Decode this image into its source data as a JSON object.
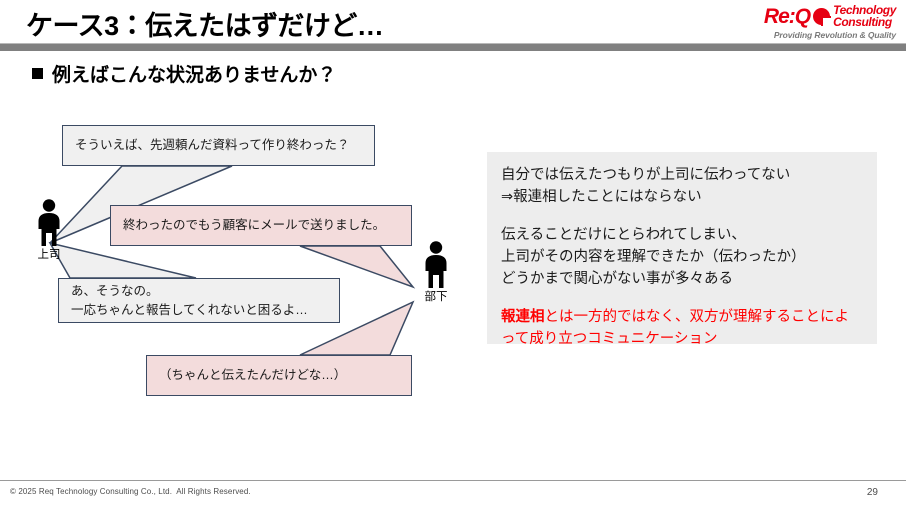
{
  "slide": {
    "title": "ケース3：伝えたはずだけど…",
    "subtitle": "例えばこんな状況ありませんか？",
    "page_number": "29",
    "colors": {
      "accent_red": "#ff0000",
      "logo_red": "#e60012",
      "bubble_outline": "#3b4a63",
      "bubble_gray": "#f0f0f0",
      "bubble_pink": "#f3dcdc",
      "panel_gray": "#ededed",
      "header_rule": "#808080"
    }
  },
  "logo": {
    "mark": "Re:Q",
    "line1": "Technology",
    "line2": "Consulting",
    "tagline": "Providing Revolution & Quality"
  },
  "figures": [
    {
      "id": "boss",
      "label": "上司",
      "icon": "person-icon"
    },
    {
      "id": "subordinate",
      "label": "部下",
      "icon": "person-icon"
    }
  ],
  "bubbles": [
    {
      "id": "bubble-1",
      "speaker": "上司",
      "style": "gray",
      "text": "そういえば、先週頼んだ資料って作り終わった？"
    },
    {
      "id": "bubble-2",
      "speaker": "部下",
      "style": "pink",
      "text": "終わったのでもう顧客にメールで送りました。"
    },
    {
      "id": "bubble-3",
      "speaker": "上司",
      "style": "gray",
      "text": "あ、そうなの。\n一応ちゃんと報告してくれないと困るよ…"
    },
    {
      "id": "bubble-4",
      "speaker": "部下",
      "style": "pink",
      "text": "（ちゃんと伝えたんだけどな…）"
    }
  ],
  "info_panel": {
    "block1": "自分では伝えたつもりが上司に伝わってない\n⇒報連相したことにはならない",
    "block2": "伝えることだけにとらわれてしまい、\n上司がその内容を理解できたか（伝わったか）\nどうかまで関心がない事が多々ある",
    "block3_keyword": "報連相",
    "block3_rest": "とは一方的ではなく、双方が理解することによって成り立つコミュニケーション"
  },
  "footer": {
    "copyright": "© 2025 Req Technology Consulting Co., Ltd.  All Rights Reserved."
  }
}
